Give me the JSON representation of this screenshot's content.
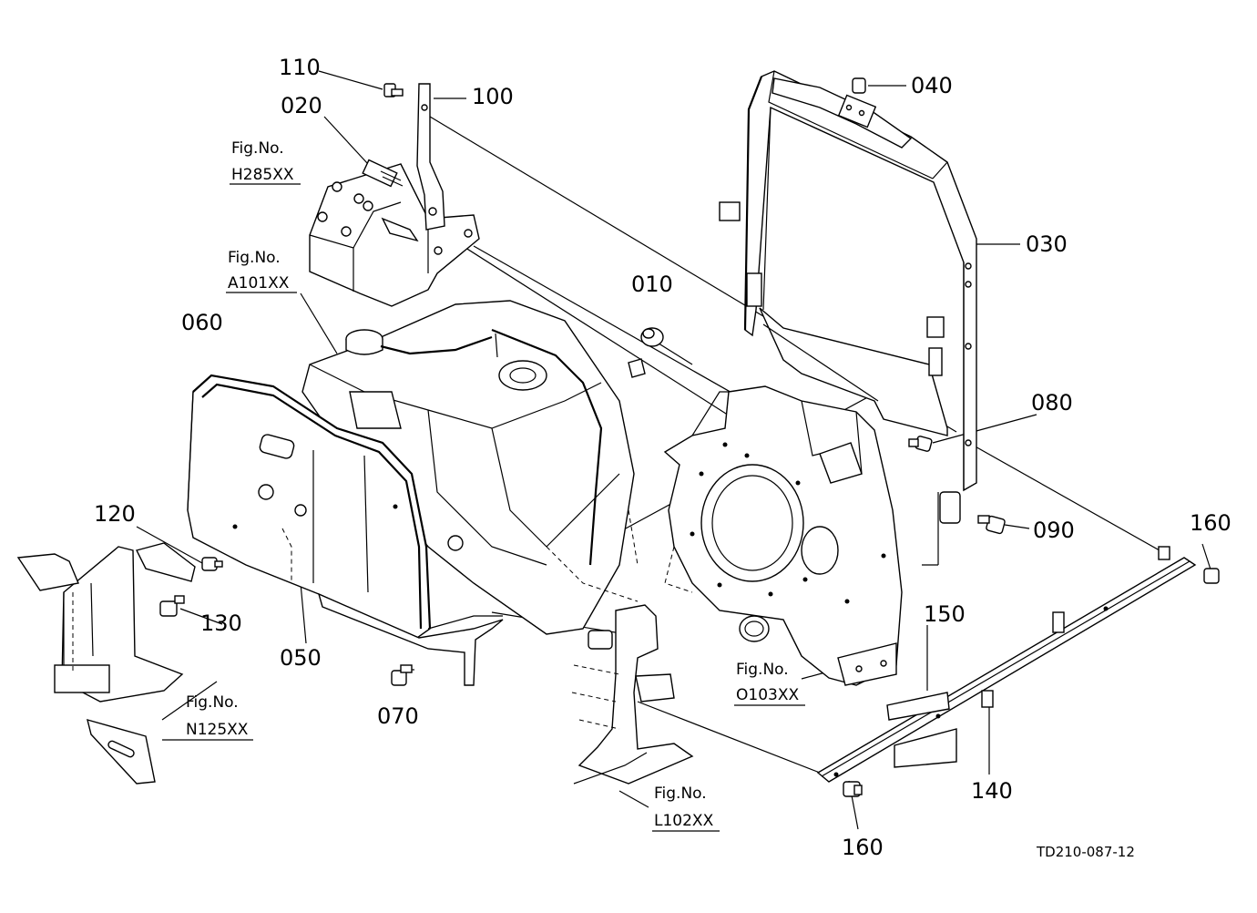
{
  "parts": [
    {
      "key": "p110",
      "number": "110"
    },
    {
      "key": "p100",
      "number": "100"
    },
    {
      "key": "p020",
      "number": "020"
    },
    {
      "key": "p040",
      "number": "040"
    },
    {
      "key": "p030",
      "number": "030"
    },
    {
      "key": "p010",
      "number": "010"
    },
    {
      "key": "p060",
      "number": "060"
    },
    {
      "key": "p080",
      "number": "080"
    },
    {
      "key": "p090",
      "number": "090"
    },
    {
      "key": "p120",
      "number": "120"
    },
    {
      "key": "p130",
      "number": "130"
    },
    {
      "key": "p050",
      "number": "050"
    },
    {
      "key": "p070",
      "number": "070"
    },
    {
      "key": "p150",
      "number": "150"
    },
    {
      "key": "p140",
      "number": "140"
    },
    {
      "key": "p160a",
      "number": "160"
    },
    {
      "key": "p160b",
      "number": "160"
    }
  ],
  "figure_refs": [
    {
      "key": "h285",
      "prefix": "Fig.No.",
      "code": "H285XX"
    },
    {
      "key": "a101",
      "prefix": "Fig.No.",
      "code": "A101XX"
    },
    {
      "key": "n125",
      "prefix": "Fig.No.",
      "code": "N125XX"
    },
    {
      "key": "o103",
      "prefix": "Fig.No.",
      "code": "O103XX"
    },
    {
      "key": "l102",
      "prefix": "Fig.No.",
      "code": "L102XX"
    }
  ],
  "document_code": "TD210-087-12"
}
